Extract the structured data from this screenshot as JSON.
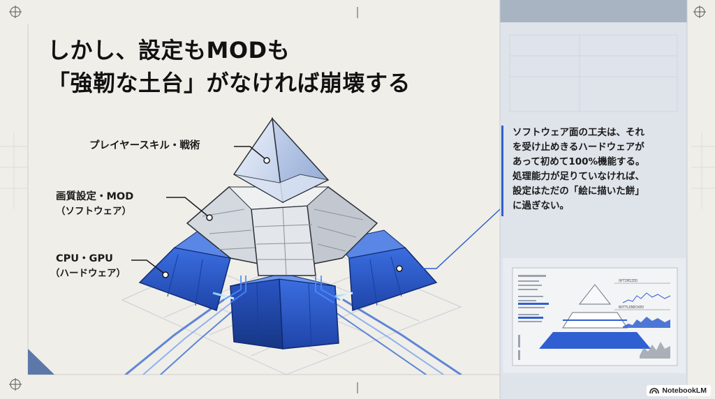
{
  "headline": {
    "line1": "しかし、設定もMODも",
    "line2": "「強靭な土台」がなければ崩壊する"
  },
  "pyramid_labels": {
    "top": "プレイヤースキル・戦術",
    "middle": "画質設定・MOD",
    "middle_sub": "（ソフトウェア）",
    "bottom": "CPU・GPU",
    "bottom_sub": "（ハードウェア）"
  },
  "callout": {
    "lines": [
      "ソフトウェア面の工夫は、それ",
      "を受け止めきるハードウェアが",
      "あって初めて100%機能する。",
      "処理能力が足りていなければ、",
      "設定はただの「絵に描いた餅」",
      "に過ぎない。"
    ]
  },
  "mini_diagram": {
    "label_top": "OPTIMIZED",
    "label_bottom": "BOTTLENECKED"
  },
  "brand": {
    "name": "NotebookLM",
    "icon": "notebooklm-logo-icon"
  },
  "colors": {
    "background": "#efeee9",
    "panel": "#dfe3ea",
    "accent_blue": "#2f5fd0",
    "dark_blue": "#1f3f9a",
    "glass": "#c9d6ee"
  }
}
